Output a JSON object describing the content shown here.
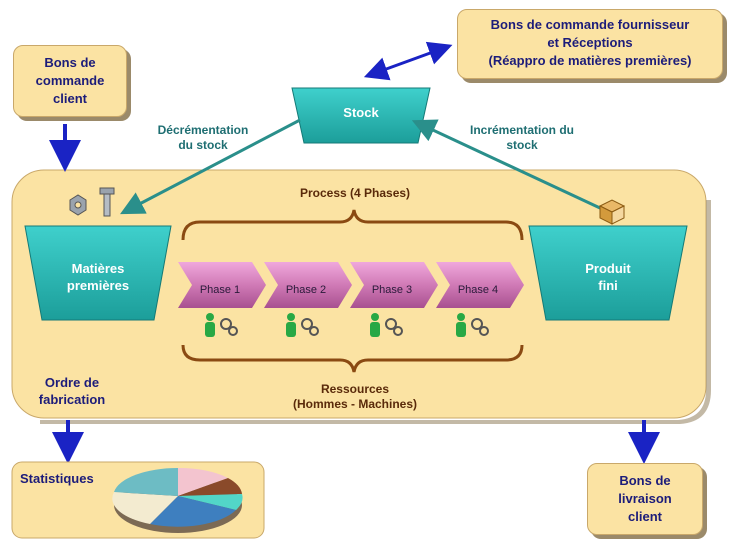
{
  "supplier_box": {
    "line1": "Bons de commande fournisseur",
    "line2": "et Réceptions",
    "line3": "(Réappro de matières premières)"
  },
  "client_orders": {
    "line1": "Bons de",
    "line2": "commande",
    "line3": "client"
  },
  "stock": {
    "label": "Stock"
  },
  "decrement": {
    "line1": "Décrémentation",
    "line2": "du stock"
  },
  "increment": {
    "line1": "Incrémentation du",
    "line2": "stock"
  },
  "process_title": "Process (4 Phases)",
  "raw_materials": {
    "line1": "Matières",
    "line2": "premières"
  },
  "finished_product": {
    "line1": "Produit",
    "line2": "fini"
  },
  "phases": [
    "Phase 1",
    "Phase 2",
    "Phase 3",
    "Phase 4"
  ],
  "resources": {
    "line1": "Ressources",
    "line2": "(Hommes - Machines)"
  },
  "work_order": {
    "line1": "Ordre de",
    "line2": "fabrication"
  },
  "statistics": {
    "label": "Statistiques"
  },
  "delivery": {
    "line1": "Bons de",
    "line2": "livraison",
    "line3": "client"
  },
  "colors": {
    "panel": "#fbe3a3",
    "teal": "#2ab8b4",
    "phase": "#cf78b4",
    "arrow": "#1a23c4",
    "text": "#1c1c7a"
  }
}
